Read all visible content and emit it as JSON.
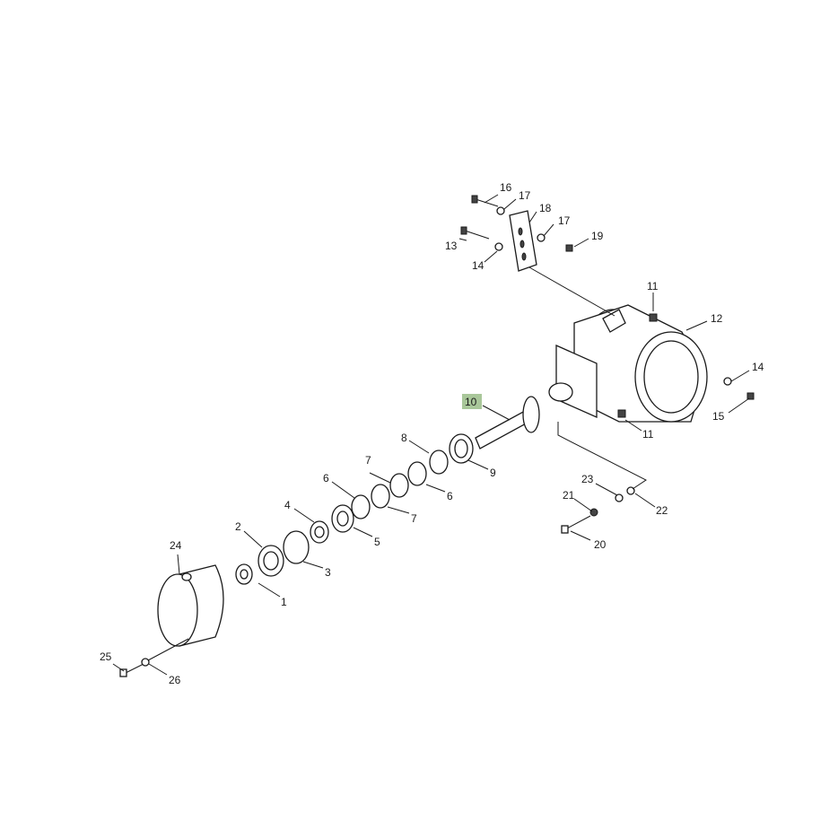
{
  "diagram": {
    "highlighted_callout": "10",
    "highlight_color": "#a9c79a",
    "callouts": [
      {
        "id": "c1",
        "label": "1"
      },
      {
        "id": "c2",
        "label": "2"
      },
      {
        "id": "c3",
        "label": "3"
      },
      {
        "id": "c4",
        "label": "4"
      },
      {
        "id": "c5",
        "label": "5"
      },
      {
        "id": "c6a",
        "label": "6"
      },
      {
        "id": "c6b",
        "label": "6"
      },
      {
        "id": "c7a",
        "label": "7"
      },
      {
        "id": "c7b",
        "label": "7"
      },
      {
        "id": "c8",
        "label": "8"
      },
      {
        "id": "c9",
        "label": "9"
      },
      {
        "id": "c10",
        "label": "10"
      },
      {
        "id": "c11a",
        "label": "11"
      },
      {
        "id": "c11b",
        "label": "11"
      },
      {
        "id": "c12",
        "label": "12"
      },
      {
        "id": "c13",
        "label": "13"
      },
      {
        "id": "c14a",
        "label": "14"
      },
      {
        "id": "c14b",
        "label": "14"
      },
      {
        "id": "c15",
        "label": "15"
      },
      {
        "id": "c16",
        "label": "16"
      },
      {
        "id": "c17a",
        "label": "17"
      },
      {
        "id": "c17b",
        "label": "17"
      },
      {
        "id": "c18",
        "label": "18"
      },
      {
        "id": "c19",
        "label": "19"
      },
      {
        "id": "c20",
        "label": "20"
      },
      {
        "id": "c21",
        "label": "21"
      },
      {
        "id": "c22",
        "label": "22"
      },
      {
        "id": "c23",
        "label": "23"
      },
      {
        "id": "c24",
        "label": "24"
      },
      {
        "id": "c25",
        "label": "25"
      },
      {
        "id": "c26",
        "label": "26"
      }
    ]
  }
}
